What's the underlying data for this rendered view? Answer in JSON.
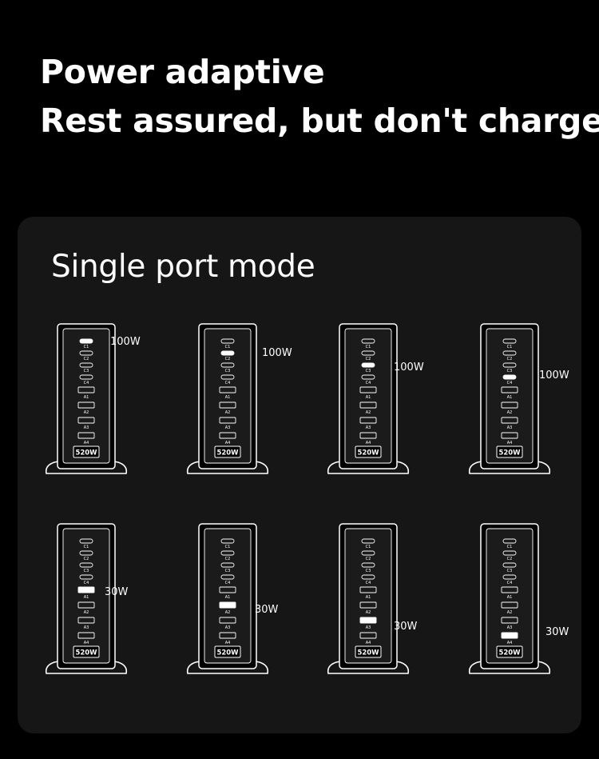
{
  "headline": {
    "line1": "Power adaptive",
    "line2": "Rest assured, but don't charge"
  },
  "panel": {
    "title": "Single port mode",
    "chargers": [
      {
        "active_port": "C1",
        "watt": "100W"
      },
      {
        "active_port": "C2",
        "watt": "100W"
      },
      {
        "active_port": "C3",
        "watt": "100W"
      },
      {
        "active_port": "C4",
        "watt": "100W"
      },
      {
        "active_port": "A1",
        "watt": "30W"
      },
      {
        "active_port": "A2",
        "watt": "30W"
      },
      {
        "active_port": "A3",
        "watt": "30W"
      },
      {
        "active_port": "A4",
        "watt": "30W"
      }
    ]
  },
  "device": {
    "ports": [
      "C1",
      "C2",
      "C3",
      "C4",
      "A1",
      "A2",
      "A3",
      "A4"
    ],
    "rating": "520W"
  },
  "colors": {
    "background": "#000000",
    "panel": "#161616",
    "active_port": "#ffffff"
  }
}
